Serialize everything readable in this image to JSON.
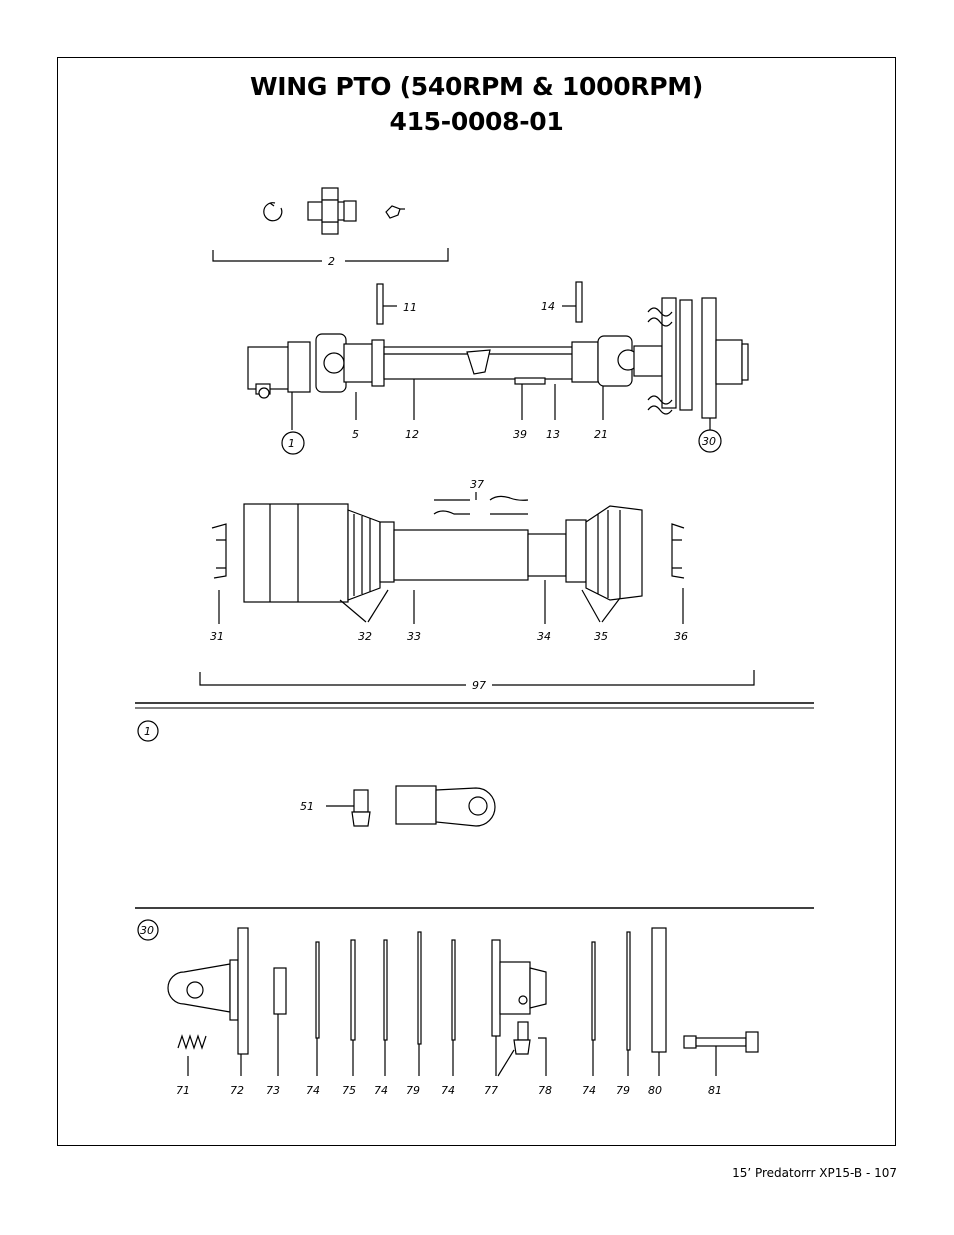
{
  "header": {
    "title_line1": "WING PTO (540RPM & 1000RPM)",
    "title_line2": "415-0008-01"
  },
  "footer": {
    "text": "15’ Predatorrr XP15-B - 107"
  },
  "callouts": {
    "c2": "2",
    "c11": "11",
    "c14": "14",
    "c1": "1",
    "c5": "5",
    "c12": "12",
    "c39": "39",
    "c13": "13",
    "c21": "21",
    "c30": "30",
    "c37": "37",
    "c31": "31",
    "c32": "32",
    "c33": "33",
    "c34": "34",
    "c35": "35",
    "c36": "36",
    "c97": "97",
    "d1": "1",
    "c51": "51",
    "d30": "30",
    "b71": "71",
    "b72": "72",
    "b73": "73",
    "b74a": "74",
    "b75": "75",
    "b74b": "74",
    "b79a": "79",
    "b74c": "74",
    "b77": "77",
    "b78": "78",
    "b74d": "74",
    "b79b": "79",
    "b80": "80",
    "b81": "81"
  }
}
